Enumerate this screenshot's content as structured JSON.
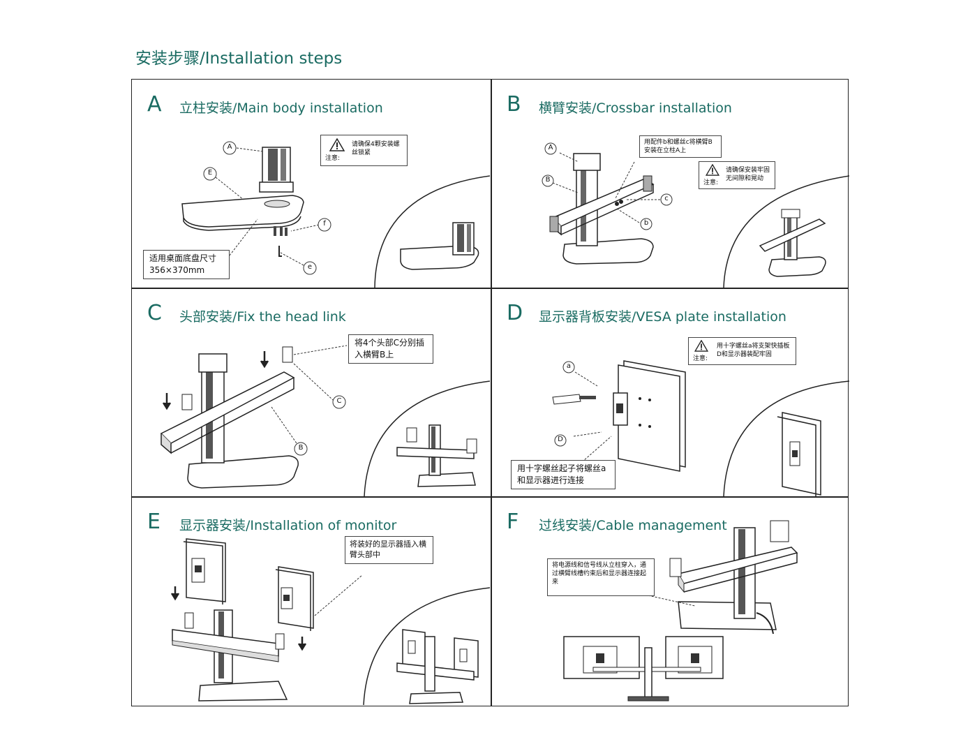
{
  "title": "安装步骤/Installation steps",
  "colors": {
    "accent": "#1a6b62",
    "line": "#222222"
  },
  "steps": [
    {
      "letter": "A",
      "heading": "立柱安装/Main body installation",
      "warning": {
        "text": "请确保4颗安装螺丝锁紧",
        "note": "注意:"
      },
      "note_box": "适用桌面底盘尺寸 356×370mm",
      "labels": [
        "A",
        "E",
        "f",
        "e"
      ]
    },
    {
      "letter": "B",
      "heading": "横臂安装/Crossbar installation",
      "note_box": "用配件b和螺丝c将横臂B安装在立柱A上",
      "warning": {
        "text": "请确保安装牢固无间隙和晃动",
        "note": "注意:"
      },
      "labels": [
        "A",
        "B",
        "c",
        "b"
      ]
    },
    {
      "letter": "C",
      "heading": "头部安装/Fix the head link",
      "note_box": "将4个头部C分别插入横臂B上",
      "labels": [
        "C",
        "B"
      ]
    },
    {
      "letter": "D",
      "heading": "显示器背板安装/VESA plate installation",
      "warning": {
        "text": "用十字螺丝a将支架快插板D和显示器装配牢固",
        "note": "注意:"
      },
      "note_box": "用十字螺丝起子将螺丝a和显示器进行连接",
      "labels": [
        "a",
        "D"
      ]
    },
    {
      "letter": "E",
      "heading": "显示器安装/Installation of monitor",
      "note_box": "将装好的显示器插入横臂头部中"
    },
    {
      "letter": "F",
      "heading": "过线安装/Cable management",
      "note_box": "将电源线和信号线从立柱穿入，通过横臂线槽约束后和显示器连接起来"
    }
  ]
}
